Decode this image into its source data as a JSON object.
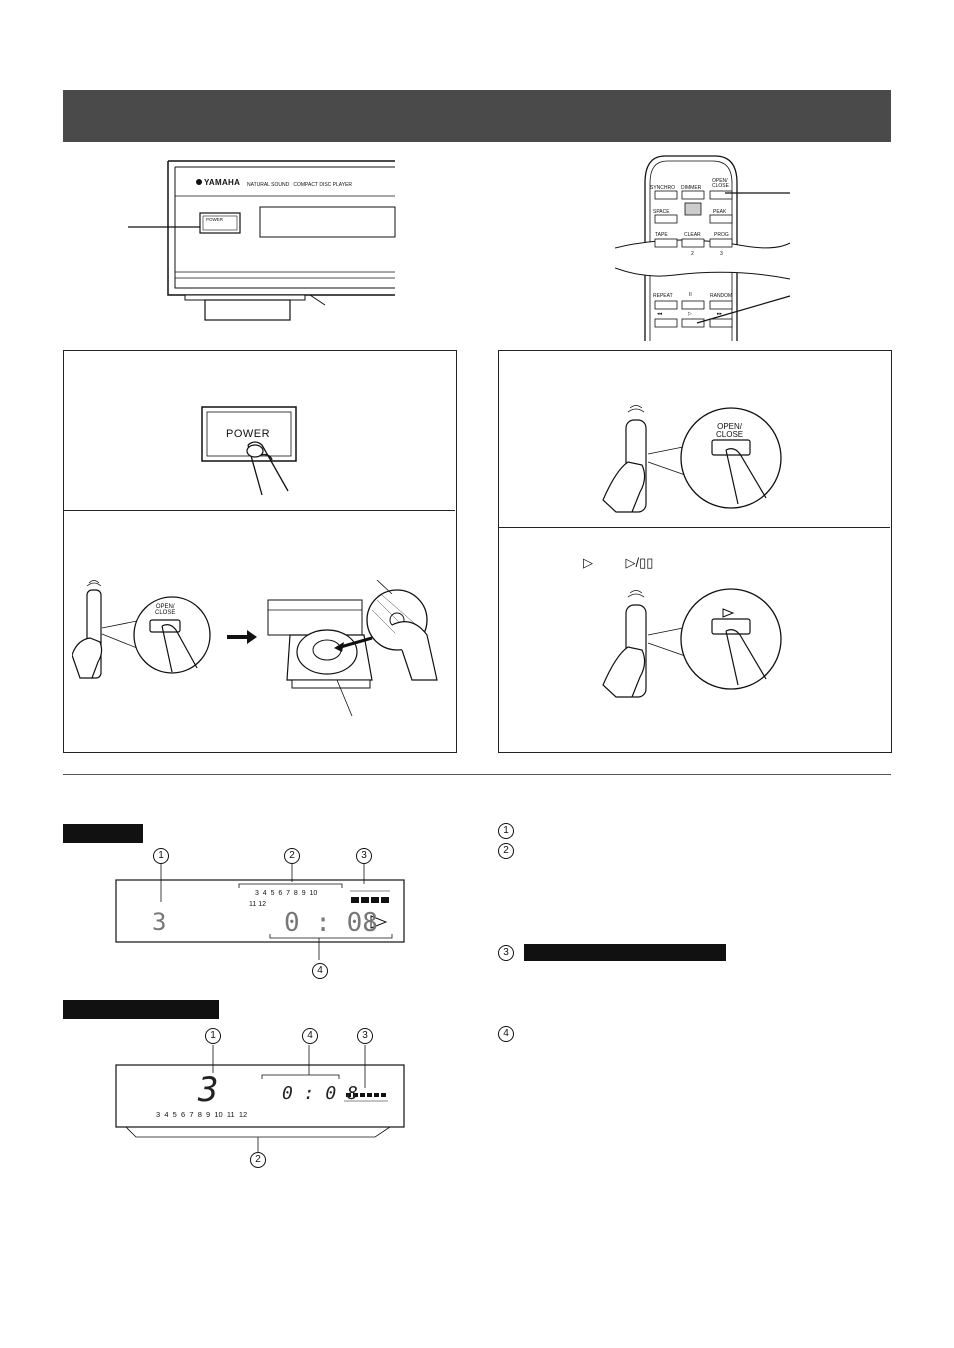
{
  "front_panel": {
    "brand": "YAMAHA",
    "model_text": "NATURAL SOUND   COMPACT DISC PLAYER",
    "power_label": "POWER"
  },
  "remote": {
    "row1": [
      "SYNCHRO",
      "DIMMER",
      "OPEN/\nCLOSE"
    ],
    "row2": [
      "SPACE",
      "",
      "PEAK"
    ],
    "row3": [
      "TAPE",
      "CLEAR",
      "PROG"
    ],
    "row4": [
      "",
      "2",
      "3"
    ],
    "row5": [
      "REPEAT",
      "II",
      "RANDOM"
    ],
    "row6": [
      "◂◂",
      "▷",
      "▸▸"
    ]
  },
  "steps": {
    "power_button": "POWER",
    "open_close_button": "OPEN/\nCLOSE",
    "play_symbols": "▷         ▷/▯▯"
  },
  "display_a": {
    "track_numbers_row1": "3  4  5  6  7  8  9  10",
    "track_numbers_row2": "11 12",
    "track_digit": "3",
    "time": "0 : 08",
    "callouts": [
      "1",
      "2",
      "3",
      "4"
    ]
  },
  "display_b": {
    "track_digit": "3",
    "time": "0 : 0 8",
    "track_numbers": "3  4  5  6  7  8  9  10  11  12",
    "callouts": [
      "1",
      "4",
      "3",
      "2"
    ]
  },
  "legend": {
    "items": [
      "1",
      "2",
      "3",
      "4"
    ]
  }
}
